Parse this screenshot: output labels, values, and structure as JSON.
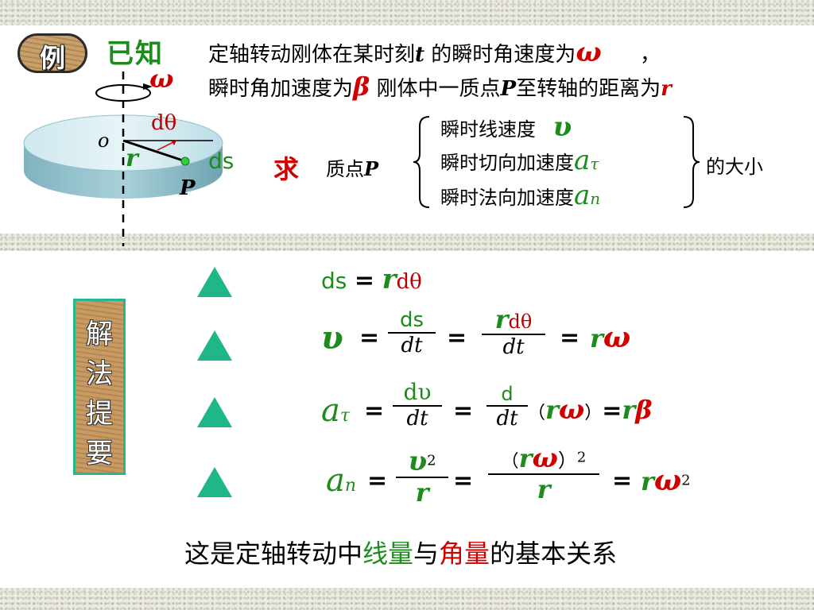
{
  "example": {
    "badge": "例",
    "known_label": "已知",
    "line1_text": "定轴转动刚体在某时刻",
    "line1_t": "t",
    "line1_mid": "的瞬时角速度为",
    "line1_end": "，",
    "line2_text": "瞬时角加速度为",
    "line2_mid": "刚体中一质点",
    "line2_P": "P",
    "line2_end": "至转轴的距离为",
    "line2_r": "r",
    "omega": "ω",
    "beta": "β"
  },
  "figure": {
    "omega_label": "ω",
    "dtheta_label": "dθ",
    "o_label": "o",
    "r_label": "r",
    "ds_label": "ds",
    "p_label": "P"
  },
  "find": {
    "label": "求",
    "subject": "质点",
    "subject_P": "P",
    "items": [
      {
        "text": "瞬时线速度",
        "sym": "υ",
        "sub": ""
      },
      {
        "text": "瞬时切向加速度",
        "sym": "a",
        "sub": "τ"
      },
      {
        "text": "瞬时法向加速度",
        "sym": "a",
        "sub": "n"
      }
    ],
    "suffix": "的大小"
  },
  "solution": {
    "side_label": [
      "解",
      "法",
      "提",
      "要"
    ],
    "eq1": {
      "lhs": "ds",
      "eq": "=",
      "r": "r",
      "dtheta": "dθ"
    },
    "eq2": {
      "lhs": "υ",
      "eq": "=",
      "num1": "ds",
      "den1": "dt",
      "num2_r": "r",
      "num2_d": "dθ",
      "den2": "dt",
      "r": "r",
      "omega": "ω"
    },
    "eq3": {
      "lhs": "a",
      "sub": "τ",
      "eq": "=",
      "num1": "dυ",
      "den1": "dt",
      "num2": "d",
      "den2": "dt",
      "lp": "（",
      "r": "r",
      "omega": "ω",
      "rp": "）",
      "r2": "r",
      "beta": "β"
    },
    "eq4": {
      "lhs": "a",
      "sub": "n",
      "eq": "=",
      "num1": "υ",
      "num1_sup": "2",
      "den1": "r",
      "num2_lp": "（",
      "num2_r": "r",
      "num2_omega": "ω",
      "num2_rp": "）",
      "num2_sup": "2",
      "den2": "r",
      "r": "r",
      "omega": "ω",
      "sup": "2"
    }
  },
  "conclusion": {
    "part1": "这是定轴转动中",
    "green": "线量",
    "part2": "与",
    "red": "角量",
    "part3": "的基本关系"
  }
}
